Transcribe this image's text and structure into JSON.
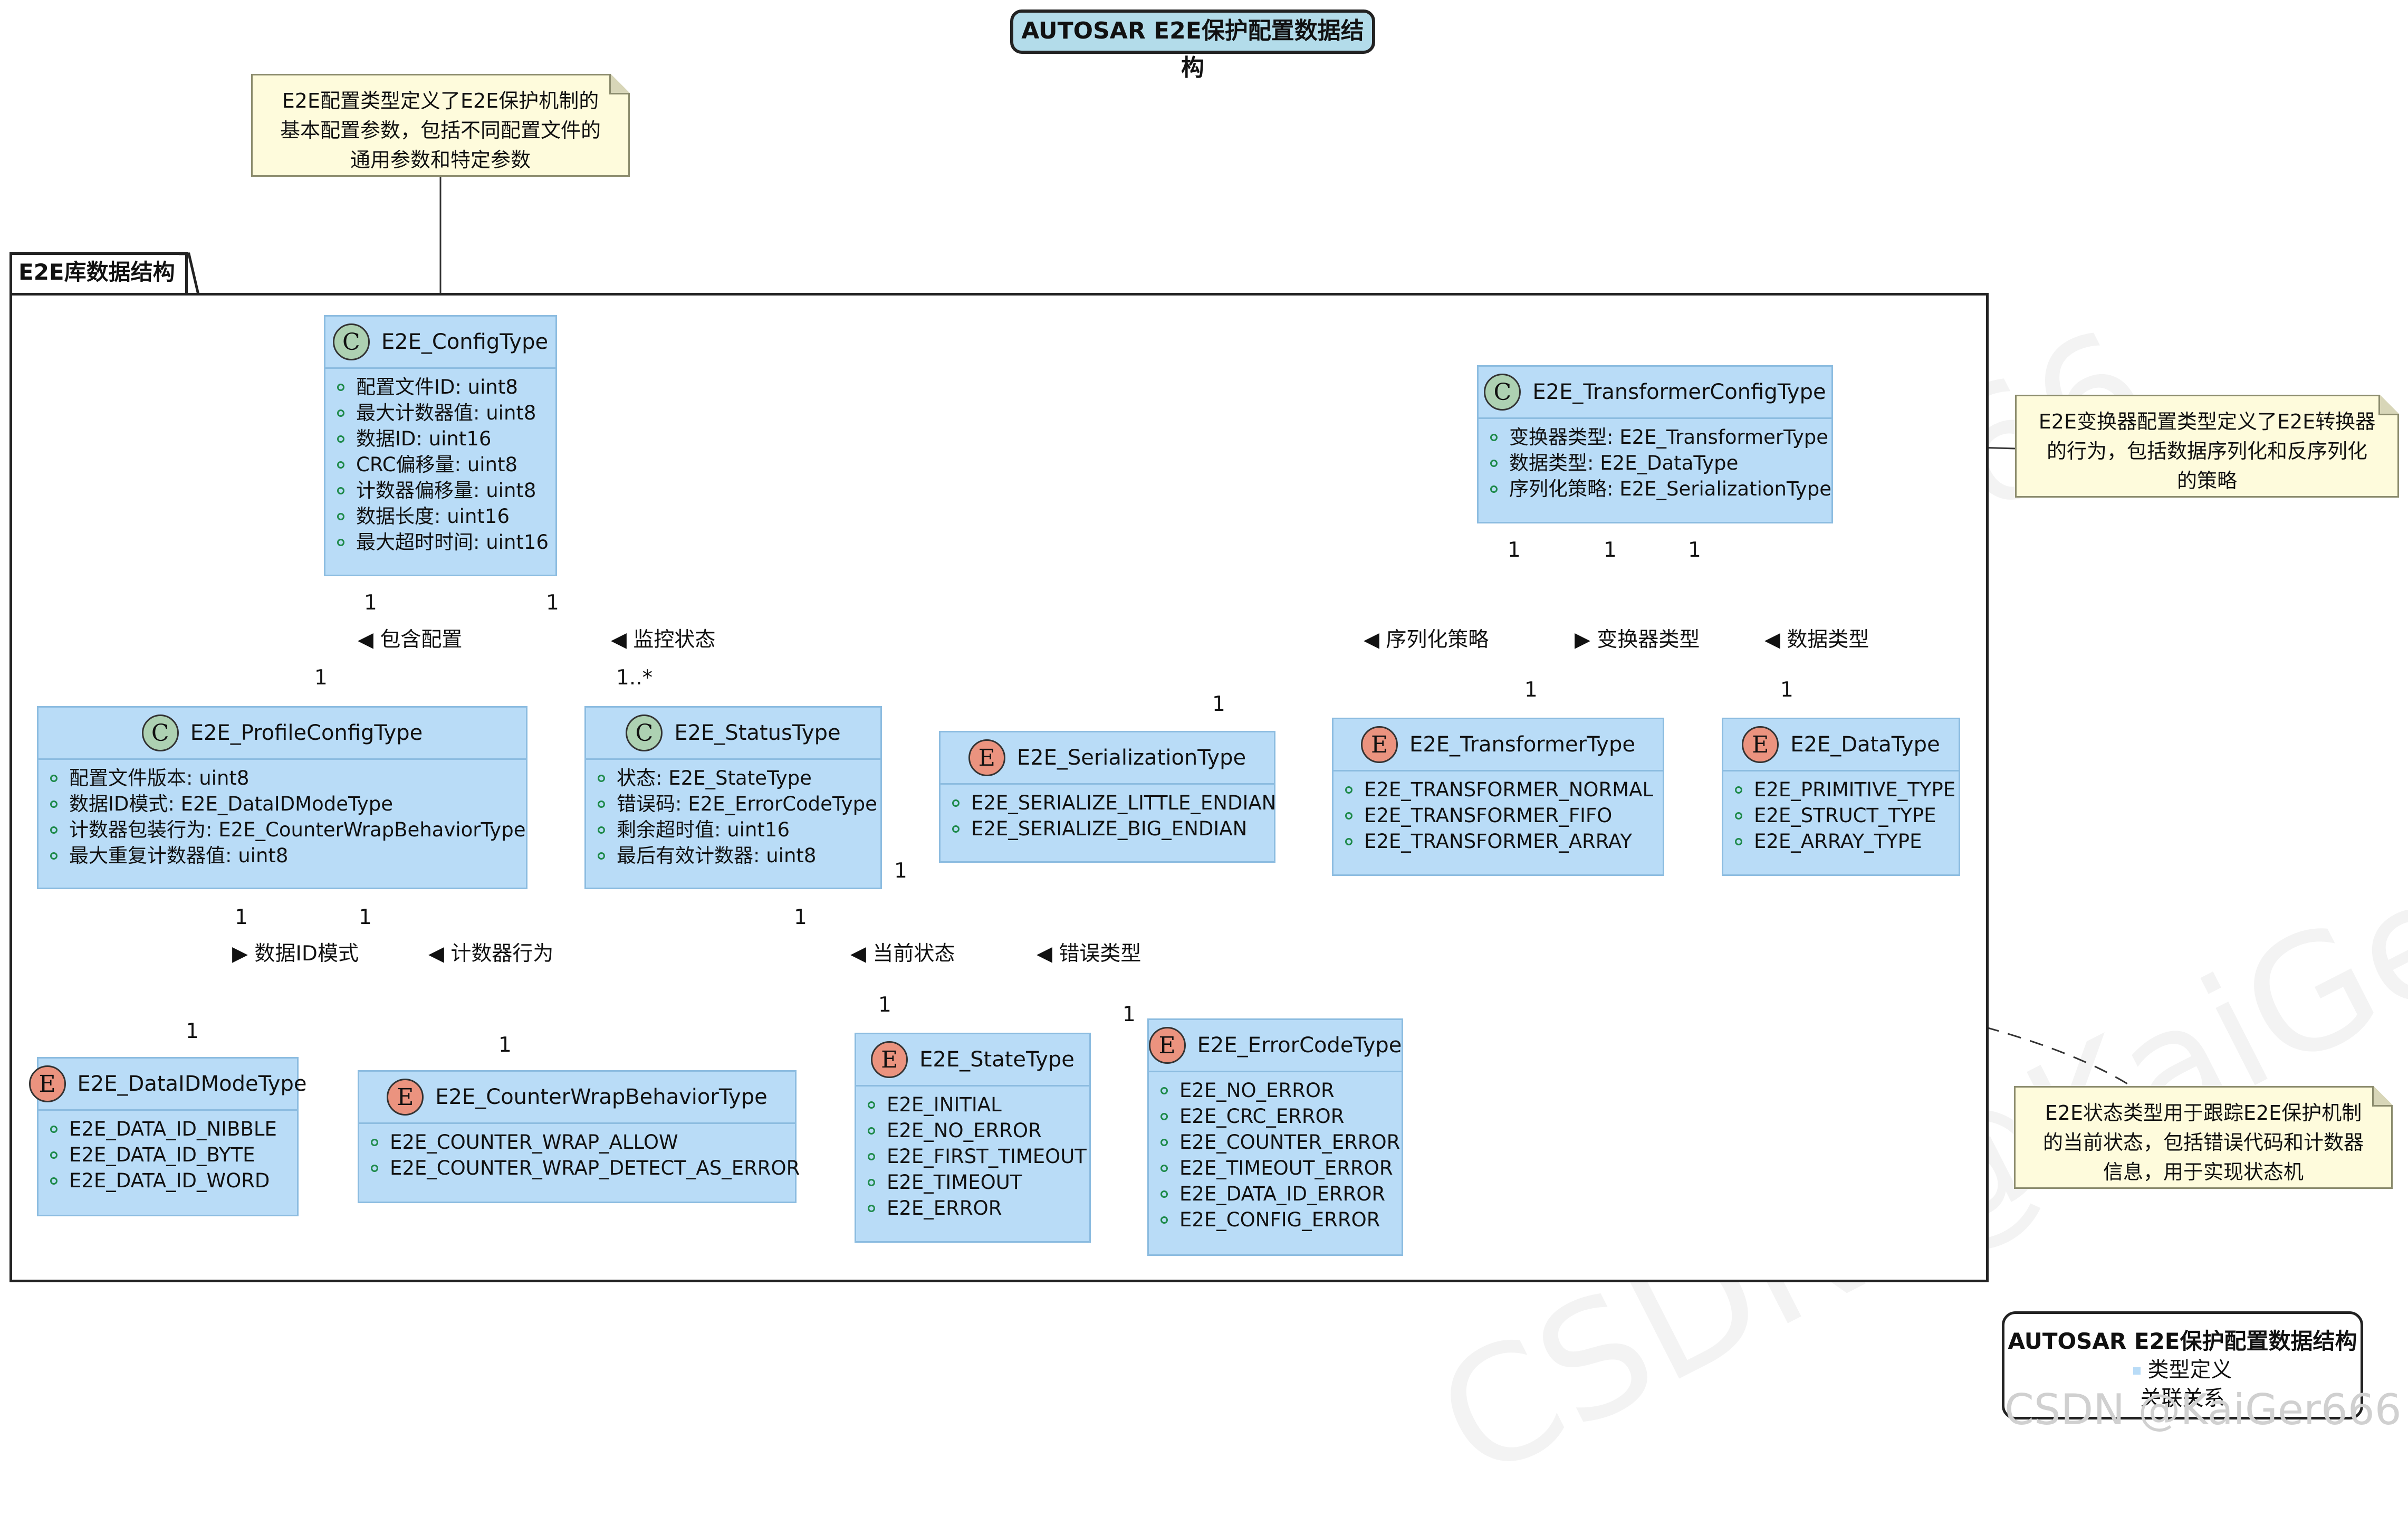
{
  "title": "AUTOSAR E2E保护配置数据结构",
  "package_name": "E2E库数据结构",
  "notes": {
    "config": [
      "E2E配置类型定义了E2E保护机制的",
      "基本配置参数，包括不同配置文件的",
      "通用参数和特定参数"
    ],
    "transformer": [
      "E2E变换器配置类型定义了E2E转换器",
      "的行为，包括数据序列化和反序列化",
      "的策略"
    ],
    "status": [
      "E2E状态类型用于跟踪E2E保护机制",
      "的当前状态，包括错误代码和计数器",
      "信息，用于实现状态机"
    ]
  },
  "classes": {
    "config": {
      "badge": "C",
      "name": "E2E_ConfigType",
      "fields": [
        "配置文件ID: uint8",
        "最大计数器值: uint8",
        "数据ID: uint16",
        "CRC偏移量: uint8",
        "计数器偏移量: uint8",
        "数据长度: uint16",
        "最大超时时间: uint16"
      ]
    },
    "transformer_config": {
      "badge": "C",
      "name": "E2E_TransformerConfigType",
      "fields": [
        "变换器类型: E2E_TransformerType",
        "数据类型: E2E_DataType",
        "序列化策略: E2E_SerializationType"
      ]
    },
    "profile_config": {
      "badge": "C",
      "name": "E2E_ProfileConfigType",
      "fields": [
        "配置文件版本: uint8",
        "数据ID模式: E2E_DataIDModeType",
        "计数器包装行为: E2E_CounterWrapBehaviorType",
        "最大重复计数器值: uint8"
      ]
    },
    "status": {
      "badge": "C",
      "name": "E2E_StatusType",
      "fields": [
        "状态: E2E_StateType",
        "错误码: E2E_ErrorCodeType",
        "剩余超时值: uint16",
        "最后有效计数器: uint8"
      ]
    },
    "serialization": {
      "badge": "E",
      "name": "E2E_SerializationType",
      "fields": [
        "E2E_SERIALIZE_LITTLE_ENDIAN",
        "E2E_SERIALIZE_BIG_ENDIAN"
      ]
    },
    "transformer_type": {
      "badge": "E",
      "name": "E2E_TransformerType",
      "fields": [
        "E2E_TRANSFORMER_NORMAL",
        "E2E_TRANSFORMER_FIFO",
        "E2E_TRANSFORMER_ARRAY"
      ]
    },
    "data_type": {
      "badge": "E",
      "name": "E2E_DataType",
      "fields": [
        "E2E_PRIMITIVE_TYPE",
        "E2E_STRUCT_TYPE",
        "E2E_ARRAY_TYPE"
      ]
    },
    "dataid_mode": {
      "badge": "E",
      "name": "E2E_DataIDModeType",
      "fields": [
        "E2E_DATA_ID_NIBBLE",
        "E2E_DATA_ID_BYTE",
        "E2E_DATA_ID_WORD"
      ]
    },
    "counter_wrap": {
      "badge": "E",
      "name": "E2E_CounterWrapBehaviorType",
      "fields": [
        "E2E_COUNTER_WRAP_ALLOW",
        "E2E_COUNTER_WRAP_DETECT_AS_ERROR"
      ]
    },
    "state_type": {
      "badge": "E",
      "name": "E2E_StateType",
      "fields": [
        "E2E_INITIAL",
        "E2E_NO_ERROR",
        "E2E_FIRST_TIMEOUT",
        "E2E_TIMEOUT",
        "E2E_ERROR"
      ]
    },
    "error_code": {
      "badge": "E",
      "name": "E2E_ErrorCodeType",
      "fields": [
        "E2E_NO_ERROR",
        "E2E_CRC_ERROR",
        "E2E_COUNTER_ERROR",
        "E2E_TIMEOUT_ERROR",
        "E2E_DATA_ID_ERROR",
        "E2E_CONFIG_ERROR"
      ]
    }
  },
  "relations": {
    "include_config": {
      "label": "包含配置",
      "arrow": "◀",
      "from_mult": "1",
      "to_mult": "1"
    },
    "monitor_status": {
      "label": "监控状态",
      "arrow": "◀",
      "from_mult": "1",
      "to_mult": "1..*"
    },
    "serialization_strategy": {
      "label": "序列化策略",
      "arrow": "◀",
      "from_mult": "1",
      "to_mult": "1"
    },
    "transformer_kind": {
      "label": "变换器类型",
      "arrow": "▶",
      "from_mult": "1",
      "to_mult": "1"
    },
    "data_kind": {
      "label": "数据类型",
      "arrow": "◀",
      "from_mult": "1",
      "to_mult": "1"
    },
    "dataid_mode": {
      "label": "数据ID模式",
      "arrow": "▶",
      "from_mult": "1",
      "to_mult": "1"
    },
    "counter_behavior": {
      "label": "计数器行为",
      "arrow": "◀",
      "from_mult": "1",
      "to_mult": "1"
    },
    "current_state": {
      "label": "当前状态",
      "arrow": "◀",
      "from_mult": "1",
      "to_mult": "1"
    },
    "error_kind": {
      "label": "错误类型",
      "arrow": "◀",
      "from_mult": "1",
      "to_mult": "1"
    }
  },
  "legend": {
    "title": "AUTOSAR E2E保护配置数据结构",
    "items": [
      "类型定义",
      "关联关系"
    ]
  },
  "watermark": "CSDN @KaiGer666"
}
